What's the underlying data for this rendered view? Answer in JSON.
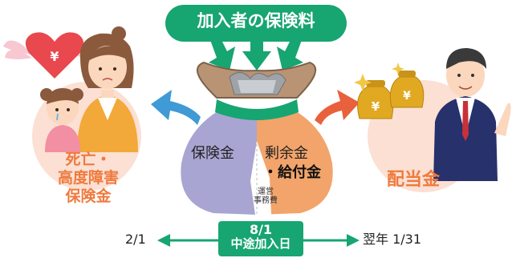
{
  "header": {
    "premium_label": "加入者の保険料"
  },
  "left": {
    "benefit_lines": [
      "死亡・",
      "高度障害",
      "保険金"
    ]
  },
  "bag": {
    "left_label": "保険金",
    "right_label": "剰余金",
    "benefit_label": "・給付金",
    "expense_label": [
      "運営",
      "事務費"
    ]
  },
  "right": {
    "dividend_label": "配当金"
  },
  "timeline": {
    "start_date": "2/1",
    "mid_date": "8/1",
    "mid_caption": "中途加入日",
    "end_date": "翌年 1/31"
  },
  "colors": {
    "green": "#17a571",
    "orange_text": "#ef7a3e",
    "blue_arrow": "#3f9ad6",
    "orange_arrow": "#e8613c",
    "bag_left": "#a8a5d3",
    "bag_right": "#f2a46b",
    "peach_circle": "#fbe0d3"
  }
}
